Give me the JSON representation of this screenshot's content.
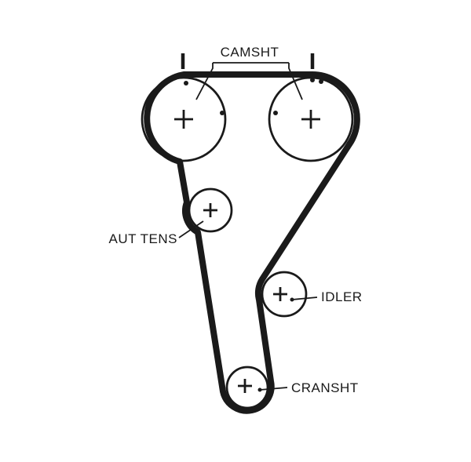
{
  "diagram": {
    "type": "timing-belt-routing",
    "colors": {
      "ink": "#1a1a1a",
      "background": "#ffffff"
    },
    "labels": {
      "camshaft": "CAMSHT",
      "auto_tensioner": "AUT TENS",
      "idler": "IDLER",
      "crankshaft": "CRANSHT"
    }
  }
}
